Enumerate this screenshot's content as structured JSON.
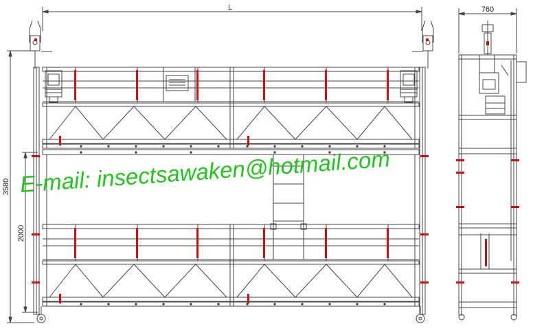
{
  "dimensions": {
    "length": "L",
    "depth": "760",
    "height": "3580",
    "level_spacing": "2000"
  },
  "watermark": {
    "text": "E-mail: insectsawaken@hotmail.com",
    "color": "#22c61c"
  },
  "colors": {
    "line": "#333333",
    "accent": "#cc1111"
  }
}
